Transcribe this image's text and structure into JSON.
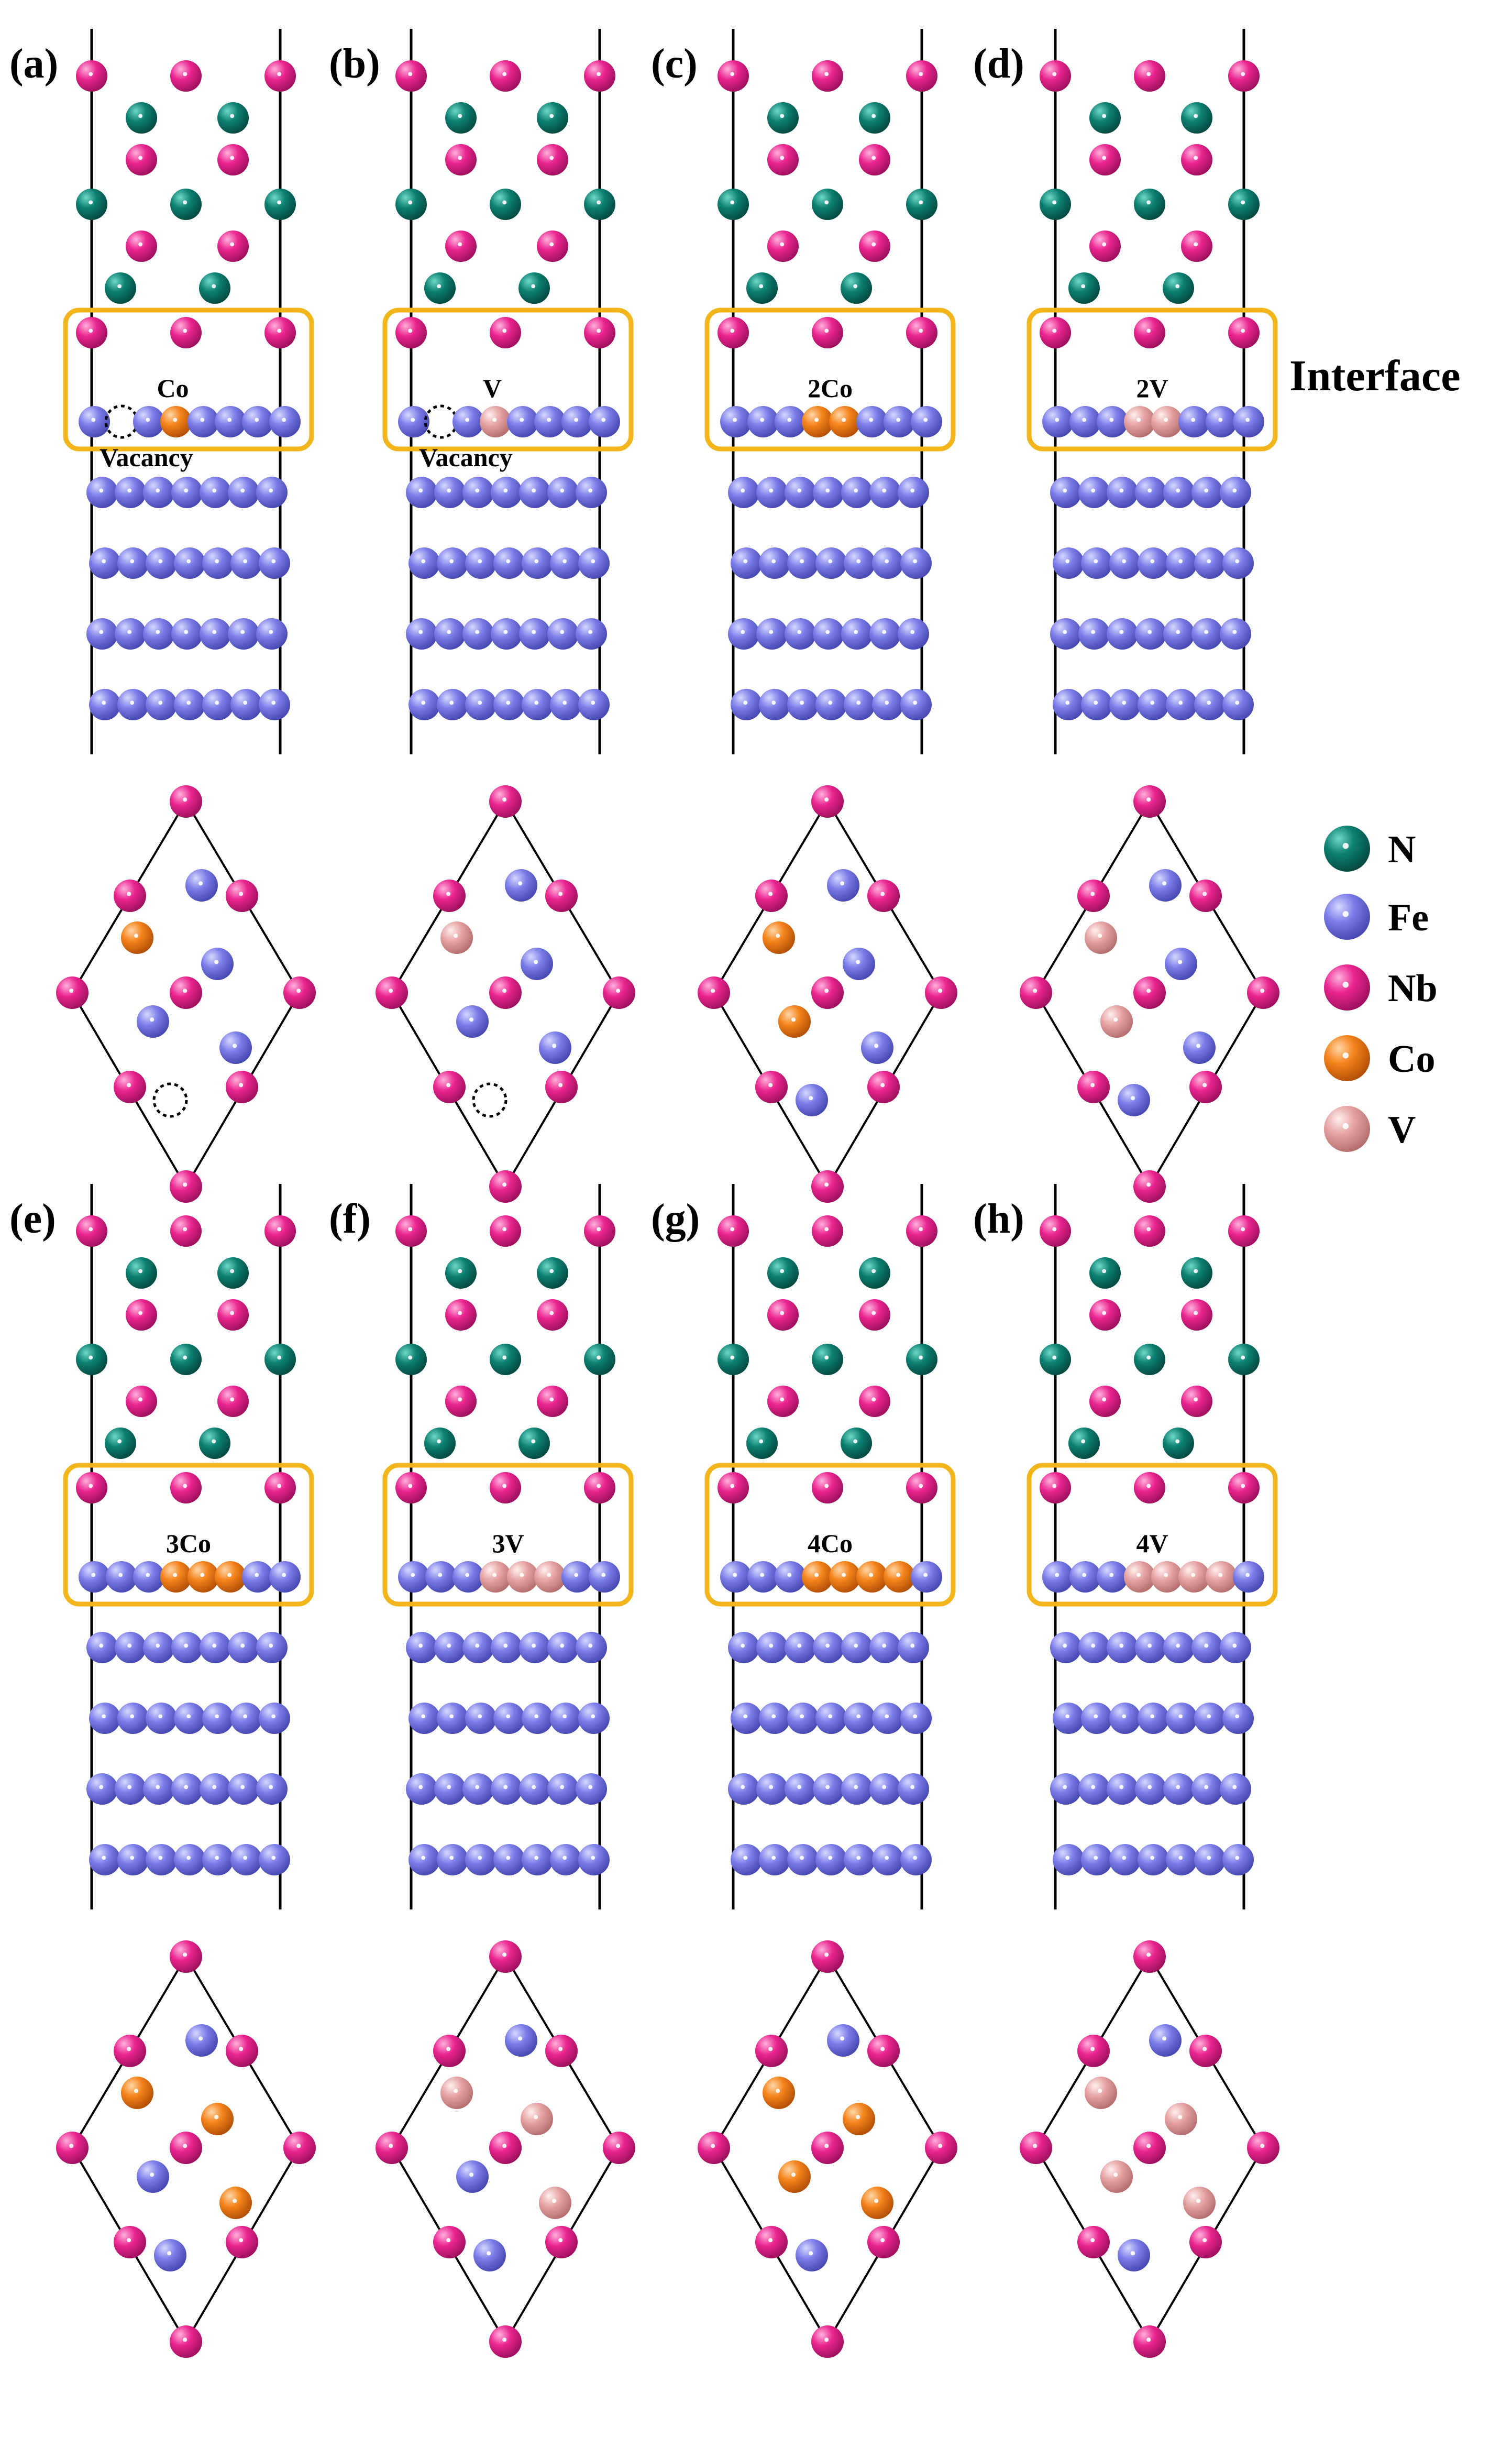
{
  "legend": [
    {
      "key": "N",
      "label": "N"
    },
    {
      "key": "Fe",
      "label": "Fe"
    },
    {
      "key": "Nb",
      "label": "Nb"
    },
    {
      "key": "Co",
      "label": "Co"
    },
    {
      "key": "V",
      "label": "V"
    }
  ],
  "atom_colors": {
    "N": {
      "base": "#0c8072",
      "dark": "#04483f",
      "light": "#6fd8c6"
    },
    "Fe": {
      "base": "#7b7ee8",
      "dark": "#4546b0",
      "light": "#d7d8ff"
    },
    "Nb": {
      "base": "#ea2590",
      "dark": "#9c0f5b",
      "light": "#ffb2dc"
    },
    "Co": {
      "base": "#f4831b",
      "dark": "#b04e06",
      "light": "#ffd7a8"
    },
    "V": {
      "base": "#e6a3a3",
      "dark": "#b36c6c",
      "light": "#fff0f0"
    }
  },
  "interface_label": "Interface",
  "interface_box_color": "#f2b51c",
  "panels": [
    {
      "id": "a",
      "label": "(a)",
      "dopant": "Co",
      "count": 1,
      "sub_label": "Co",
      "vacancy": true,
      "vacancy_label": "Vacancy"
    },
    {
      "id": "b",
      "label": "(b)",
      "dopant": "V",
      "count": 1,
      "sub_label": "V",
      "vacancy": true,
      "vacancy_label": "Vacancy"
    },
    {
      "id": "c",
      "label": "(c)",
      "dopant": "Co",
      "count": 2,
      "sub_label": "2Co",
      "vacancy": false
    },
    {
      "id": "d",
      "label": "(d)",
      "dopant": "V",
      "count": 2,
      "sub_label": "2V",
      "vacancy": false
    },
    {
      "id": "e",
      "label": "(e)",
      "dopant": "Co",
      "count": 3,
      "sub_label": "3Co",
      "vacancy": false
    },
    {
      "id": "f",
      "label": "(f)",
      "dopant": "V",
      "count": 3,
      "sub_label": "3V",
      "vacancy": false
    },
    {
      "id": "g",
      "label": "(g)",
      "dopant": "Co",
      "count": 4,
      "sub_label": "4Co",
      "vacancy": false
    },
    {
      "id": "h",
      "label": "(h)",
      "dopant": "V",
      "count": 4,
      "sub_label": "4V",
      "vacancy": false
    }
  ]
}
